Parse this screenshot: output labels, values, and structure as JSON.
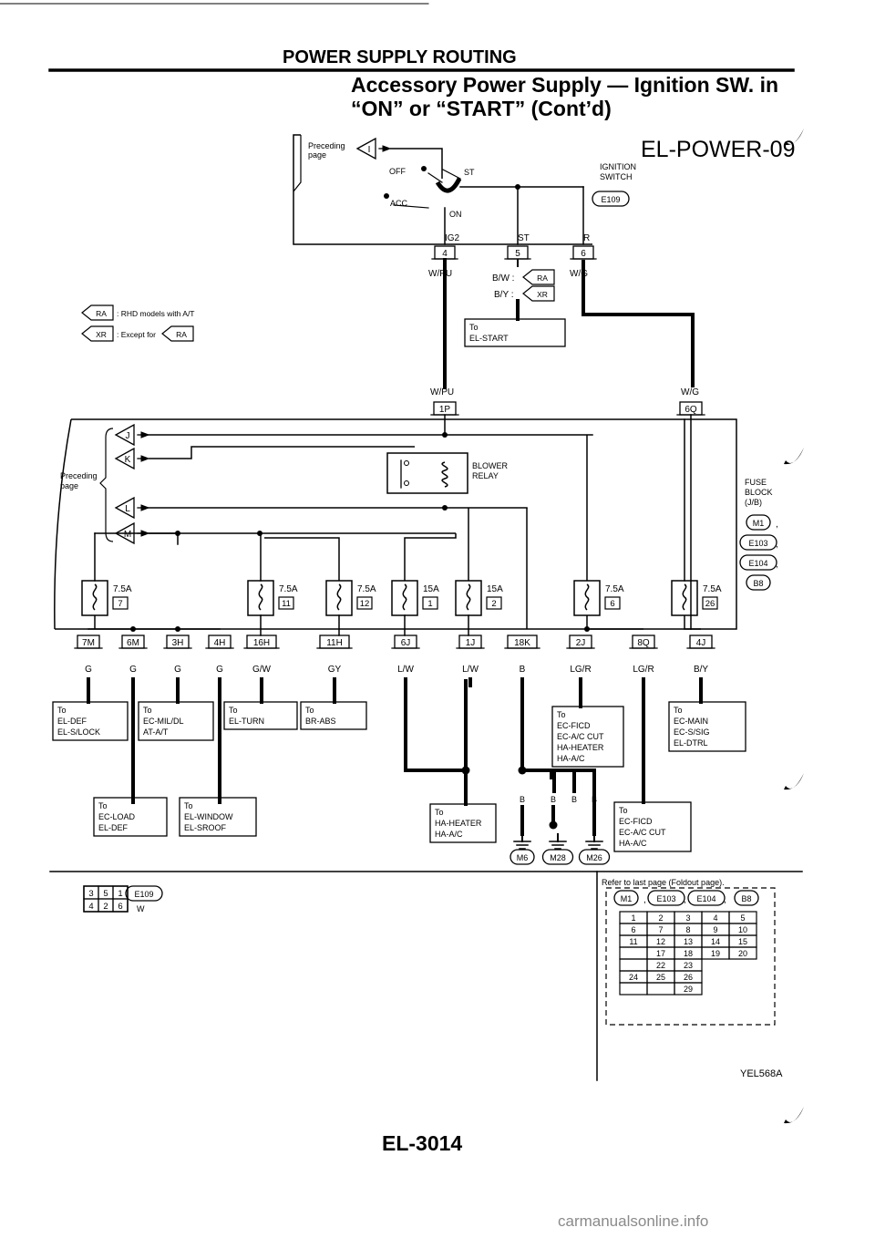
{
  "header": {
    "section_title": "POWER SUPPLY ROUTING",
    "subtitle_line1": "Accessory Power Supply — Ignition SW. in",
    "subtitle_line2": "“ON” or “START” (Cont’d)",
    "diagram_id": "EL-POWER-09"
  },
  "ignition": {
    "preceding": [
      "Preceding",
      "page"
    ],
    "marker": "I",
    "positions": {
      "off": "OFF",
      "acc": "ACC",
      "on": "ON",
      "st": "ST"
    },
    "switch_label": [
      "IGNITION",
      "SWITCH"
    ],
    "connector": "E109",
    "terminals": {
      "ig2": "IG2",
      "st": "ST",
      "r": "R"
    },
    "pins": [
      "4",
      "5",
      "6"
    ],
    "wires": [
      "W/PU",
      "B/W :",
      "B/Y :",
      "W/G"
    ],
    "wire_tags": [
      "RA",
      "XR"
    ],
    "to_start": [
      "To",
      "EL-START"
    ]
  },
  "legend": {
    "ra_tag": "RA",
    "ra_text": ": RHD models with A/T",
    "xr_tag": "XR",
    "xr_text": ": Except for",
    "xr_ref": "RA"
  },
  "fuse_block": {
    "wire_in": [
      "W/PU",
      "W/G"
    ],
    "connectors_in": [
      "1P",
      "6Q"
    ],
    "preceding": [
      "Preceding",
      "page"
    ],
    "markers": [
      "J",
      "K",
      "L",
      "M"
    ],
    "relay": [
      "BLOWER",
      "RELAY"
    ],
    "label": [
      "FUSE",
      "BLOCK",
      "(J/B)"
    ],
    "conns": [
      "M1",
      "E103",
      "E104",
      "B8"
    ],
    "fuses": [
      {
        "amp": "7.5A",
        "num": "7"
      },
      {
        "amp": "7.5A",
        "num": "11"
      },
      {
        "amp": "7.5A",
        "num": "12"
      },
      {
        "amp": "15A",
        "num": "1"
      },
      {
        "amp": "15A",
        "num": "2"
      },
      {
        "amp": "7.5A",
        "num": "6"
      },
      {
        "amp": "7.5A",
        "num": "26"
      }
    ],
    "outputs": [
      {
        "conn": "7M",
        "wire": "G"
      },
      {
        "conn": "6M",
        "wire": "G"
      },
      {
        "conn": "3H",
        "wire": "G"
      },
      {
        "conn": "4H",
        "wire": "G"
      },
      {
        "conn": "16H",
        "wire": "G/W"
      },
      {
        "conn": "11H",
        "wire": "GY"
      },
      {
        "conn": "6J",
        "wire": "L/W"
      },
      {
        "conn": "1J",
        "wire": "L/W"
      },
      {
        "conn": "18K",
        "wire": "B"
      },
      {
        "conn": "2J",
        "wire": "LG/R"
      },
      {
        "conn": "8Q",
        "wire": "LG/R"
      },
      {
        "conn": "4J",
        "wire": "B/Y"
      }
    ]
  },
  "destinations": [
    [
      "To",
      "EL-DEF",
      "EL-S/LOCK"
    ],
    [
      "To",
      "EC-MIL/DL",
      "AT-A/T"
    ],
    [
      "To",
      "EL-TURN"
    ],
    [
      "To",
      "BR-ABS"
    ],
    [
      "To",
      "EC-FICD",
      "EC-A/C CUT",
      "HA-HEATER",
      "HA-A/C"
    ],
    [
      "To",
      "EC-MAIN",
      "EC-S/SIG",
      "EL-DTRL"
    ],
    [
      "To",
      "EC-LOAD",
      "EL-DEF"
    ],
    [
      "To",
      "EL-WINDOW",
      "EL-SROOF"
    ],
    [
      "To",
      "HA-HEATER",
      "HA-A/C"
    ],
    [
      "To",
      "EC-FICD",
      "EC-A/C CUT",
      "HA-A/C"
    ]
  ],
  "grounds": {
    "wires": [
      "B",
      "B",
      "B",
      "B"
    ],
    "conns": [
      "M6",
      "M28",
      "M26"
    ]
  },
  "connector_views": {
    "e109_pins": [
      "3",
      "5",
      "1",
      "4",
      "2",
      "6"
    ],
    "e109_label": "E109",
    "e109_color": "W",
    "foldout_note": "Refer to last page (Foldout page).",
    "foldout_conns": [
      "M1",
      "E103",
      "E104",
      "B8"
    ],
    "grid_rows": [
      [
        "1",
        "2",
        "3",
        "4",
        "5"
      ],
      [
        "6",
        "7",
        "8",
        "9",
        "10"
      ],
      [
        "11",
        "12",
        "13",
        "14",
        "15"
      ],
      [
        "",
        "17",
        "18",
        "19",
        "20"
      ],
      [
        "",
        "22",
        "23",
        "",
        ""
      ],
      [
        "24",
        "25",
        "26",
        "",
        ""
      ],
      [
        "",
        "",
        "29",
        "",
        ""
      ]
    ]
  },
  "footer": {
    "figure_code": "YEL568A",
    "page_number": "EL-3014",
    "watermark": "carmanualsonline.info"
  }
}
